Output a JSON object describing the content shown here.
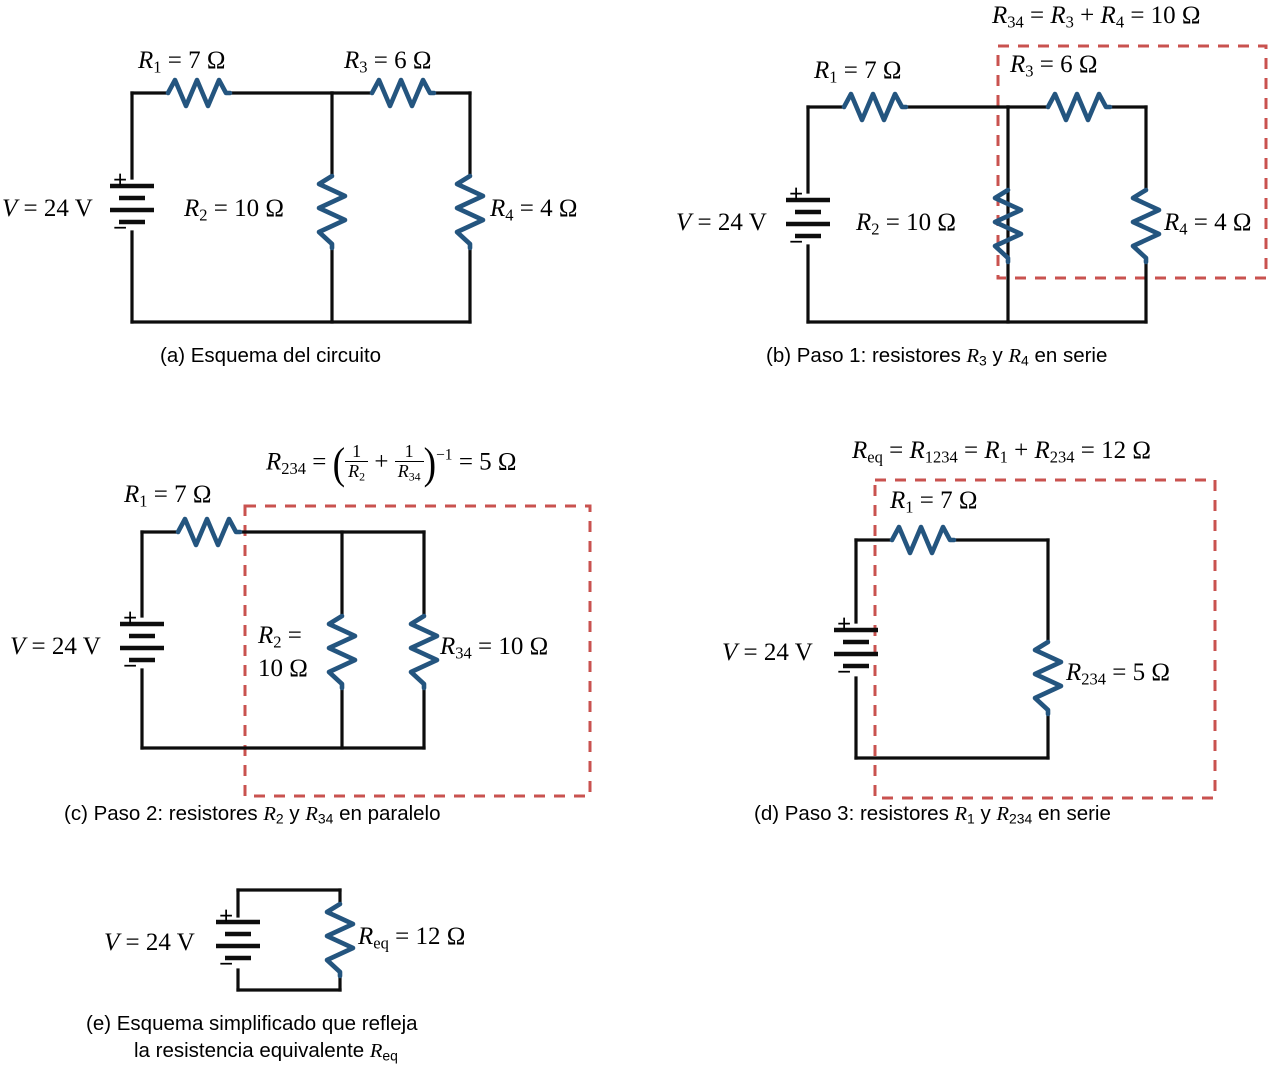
{
  "figure": {
    "title": "Simplificacion de un circuito con resistores en serie y paralelo",
    "colors": {
      "wire": "#0d0d0d",
      "resistor": "#24557f",
      "highlight_box": "#c9524f",
      "background": "#ffffff"
    },
    "ohm": "Ω"
  },
  "panels": [
    {
      "id": "a",
      "caption": "(a) Esquema del circuito",
      "source_label": {
        "var": "V",
        "eq": "=",
        "value": "24 V",
        "full": "V = 24 V"
      },
      "battery": {
        "plus": "+",
        "minus": "−"
      },
      "resistors": [
        {
          "name": "R",
          "sub": "1",
          "value": "7",
          "unit": "Ω",
          "full": "R1 = 7 Ω",
          "orientation": "horizontal"
        },
        {
          "name": "R",
          "sub": "3",
          "value": "6",
          "unit": "Ω",
          "full": "R3 = 6 Ω",
          "orientation": "horizontal"
        },
        {
          "name": "R",
          "sub": "2",
          "value": "10",
          "unit": "Ω",
          "full": "R2 = 10 Ω",
          "orientation": "vertical"
        },
        {
          "name": "R",
          "sub": "4",
          "value": "4",
          "unit": "Ω",
          "full": "R4 = 4 Ω",
          "orientation": "vertical"
        }
      ],
      "highlight": null,
      "formula": null
    },
    {
      "id": "b",
      "caption_parts": {
        "pre": "(b) Paso 1: resistores ",
        "v1": "R",
        "s1": "3",
        "mid": " y ",
        "v2": "R",
        "s2": "4",
        "post": " en serie"
      },
      "caption": "(b) Paso 1: resistores R3 y R4 en serie",
      "source_label": {
        "var": "V",
        "eq": "=",
        "value": "24 V",
        "full": "V = 24 V"
      },
      "battery": {
        "plus": "+",
        "minus": "−"
      },
      "resistors": [
        {
          "name": "R",
          "sub": "1",
          "value": "7",
          "unit": "Ω",
          "full": "R1 = 7 Ω",
          "orientation": "horizontal"
        },
        {
          "name": "R",
          "sub": "3",
          "value": "6",
          "unit": "Ω",
          "full": "R3 = 6 Ω",
          "orientation": "horizontal"
        },
        {
          "name": "R",
          "sub": "2",
          "value": "10",
          "unit": "Ω",
          "full": "R2 = 10 Ω",
          "orientation": "vertical"
        },
        {
          "name": "R",
          "sub": "4",
          "value": "4",
          "unit": "Ω",
          "full": "R4 = 4 Ω",
          "orientation": "vertical"
        }
      ],
      "highlight": {
        "encloses": [
          "R3",
          "R4"
        ],
        "style": "dashed",
        "color": "#c9524f"
      },
      "formula": {
        "lhs": "R",
        "lhs_sub": "34",
        "rhs": "R3 + R4",
        "result": "10",
        "unit": "Ω",
        "full": "R34 = R3 + R4 = 10 Ω"
      }
    },
    {
      "id": "c",
      "caption_parts": {
        "pre": "(c) Paso 2: resistores ",
        "v1": "R",
        "s1": "2",
        "mid": " y ",
        "v2": "R",
        "s2": "34",
        "post": " en paralelo"
      },
      "caption": "(c) Paso 2: resistores R2 y R34 en paralelo",
      "source_label": {
        "var": "V",
        "eq": "=",
        "value": "24 V",
        "full": "V = 24 V"
      },
      "battery": {
        "plus": "+",
        "minus": "−"
      },
      "resistors": [
        {
          "name": "R",
          "sub": "1",
          "value": "7",
          "unit": "Ω",
          "full": "R1 = 7 Ω",
          "orientation": "horizontal"
        },
        {
          "name": "R",
          "sub": "2",
          "value": "10",
          "unit": "Ω",
          "full": "R2 = 10 Ω",
          "orientation": "vertical",
          "wrapped": true
        },
        {
          "name": "R",
          "sub": "34",
          "value": "10",
          "unit": "Ω",
          "full": "R34 = 10 Ω",
          "orientation": "vertical"
        }
      ],
      "highlight": {
        "encloses": [
          "R2",
          "R34"
        ],
        "style": "dashed",
        "color": "#c9524f"
      },
      "formula": {
        "lhs": "R",
        "lhs_sub": "234",
        "num1": "1",
        "den1": "R",
        "den1_sub": "2",
        "plus": "+",
        "num2": "1",
        "den2": "R",
        "den2_sub": "34",
        "exp": "−1",
        "result": "5",
        "unit": "Ω",
        "full": "R234 = (1/R2 + 1/R34)^-1 = 5 Ω"
      }
    },
    {
      "id": "d",
      "caption_parts": {
        "pre": "(d) Paso 3: resistores ",
        "v1": "R",
        "s1": "1",
        "mid": " y ",
        "v2": "R",
        "s2": "234",
        "post": " en serie"
      },
      "caption": "(d) Paso 3: resistores R1 y R234 en serie",
      "source_label": {
        "var": "V",
        "eq": "=",
        "value": "24 V",
        "full": "V = 24 V"
      },
      "battery": {
        "plus": "+",
        "minus": "−"
      },
      "resistors": [
        {
          "name": "R",
          "sub": "1",
          "value": "7",
          "unit": "Ω",
          "full": "R1 = 7 Ω",
          "orientation": "horizontal"
        },
        {
          "name": "R",
          "sub": "234",
          "value": "5",
          "unit": "Ω",
          "full": "R234 = 5 Ω",
          "orientation": "vertical"
        }
      ],
      "highlight": {
        "encloses": [
          "R1",
          "R234"
        ],
        "style": "dashed",
        "color": "#c9524f"
      },
      "formula": {
        "lhs": "R",
        "lhs_sub": "eq",
        "mid": "R",
        "mid_sub": "1234",
        "rhs": "R1 + R234",
        "result": "12",
        "unit": "Ω",
        "full": "Req = R1234 = R1 + R234 = 12 Ω"
      }
    },
    {
      "id": "e",
      "caption_line1": "(e) Esquema simplificado que refleja",
      "caption_line2_pre": "la resistencia equivalente ",
      "caption_line2_var": "R",
      "caption_line2_sub": "eq",
      "caption": "(e) Esquema simplificado que refleja la resistencia equivalente Req",
      "source_label": {
        "var": "V",
        "eq": "=",
        "value": "24 V",
        "full": "V = 24 V"
      },
      "battery": {
        "plus": "+",
        "minus": "−"
      },
      "resistors": [
        {
          "name": "R",
          "sub": "eq",
          "value": "12",
          "unit": "Ω",
          "full": "Req = 12 Ω",
          "orientation": "vertical"
        }
      ],
      "highlight": null,
      "formula": null
    }
  ]
}
